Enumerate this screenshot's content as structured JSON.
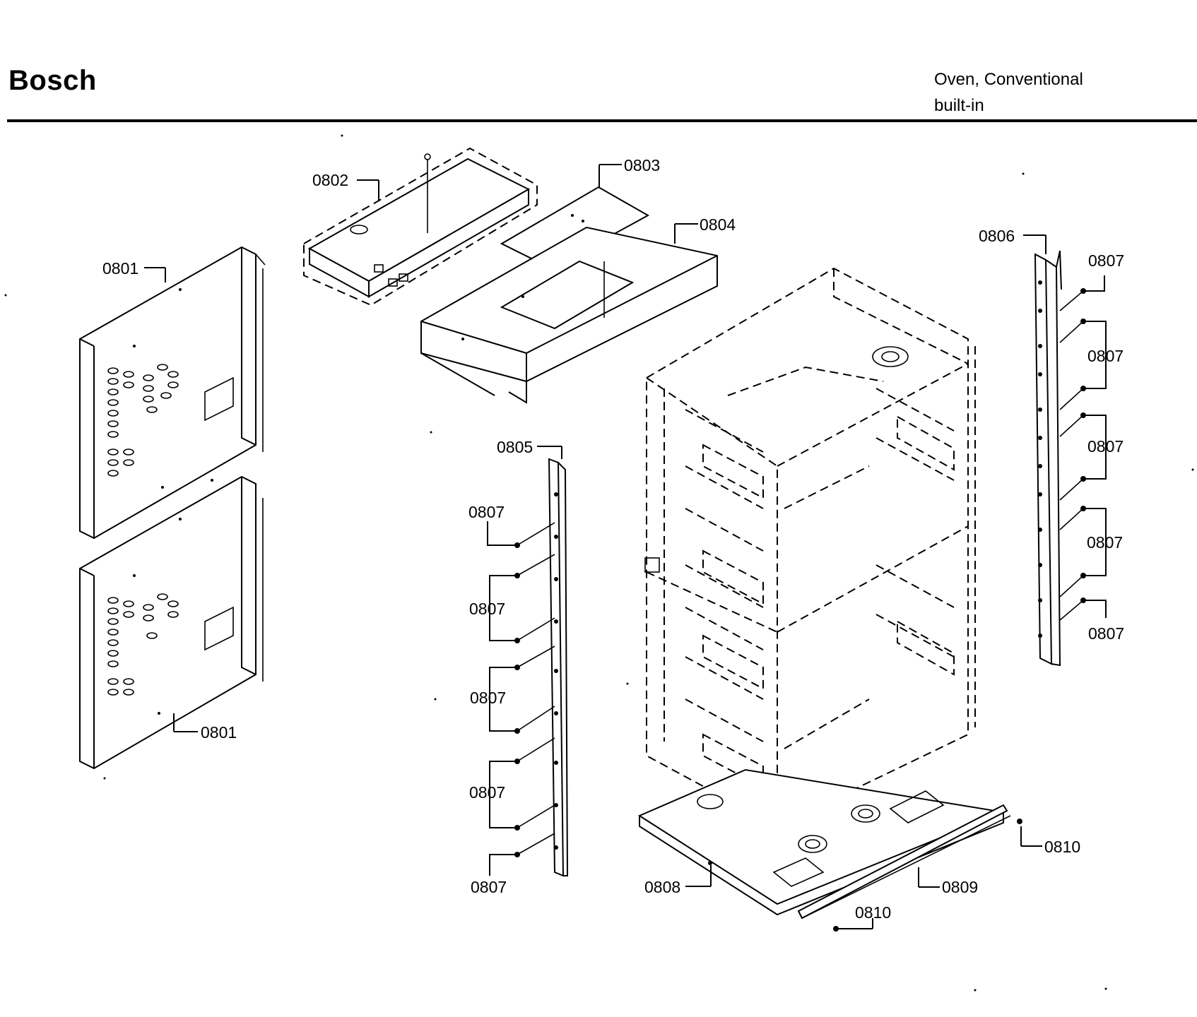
{
  "header": {
    "brand": "Bosch",
    "product_line1": "Oven, Conventional",
    "product_line2": "built-in"
  },
  "parts": {
    "p0801a": "0801",
    "p0801b": "0801",
    "p0802": "0802",
    "p0803": "0803",
    "p0804": "0804",
    "p0805": "0805",
    "p0806": "0806",
    "p0807_l1": "0807",
    "p0807_l2": "0807",
    "p0807_l3": "0807",
    "p0807_l4": "0807",
    "p0807_l5": "0807",
    "p0807_r1": "0807",
    "p0807_r2": "0807",
    "p0807_r3": "0807",
    "p0807_r4": "0807",
    "p0807_r5": "0807",
    "p0808": "0808",
    "p0809": "0809",
    "p0810a": "0810",
    "p0810b": "0810"
  }
}
